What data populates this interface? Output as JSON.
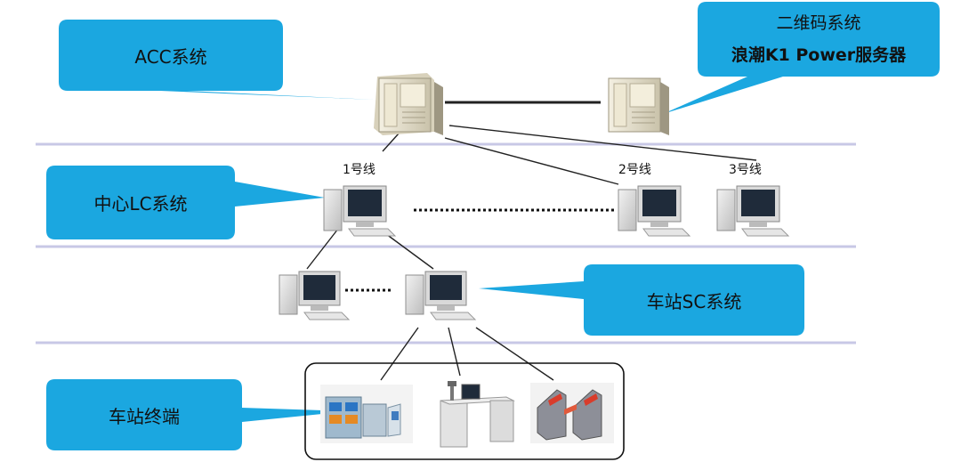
{
  "callouts": {
    "acc": "ACC系统",
    "qr_line1": "二维码系统",
    "qr_line2": "浪潮K1 Power服务器",
    "lc": "中心LC系统",
    "sc": "车站SC系统",
    "terminal": "车站终端"
  },
  "lines": {
    "line1": "1号线",
    "line2": "2号线",
    "line3": "3号线"
  },
  "colors": {
    "callout_fill": "#1ba7e0",
    "separator": "#c8c8e6",
    "server": "#e7e1cf"
  }
}
